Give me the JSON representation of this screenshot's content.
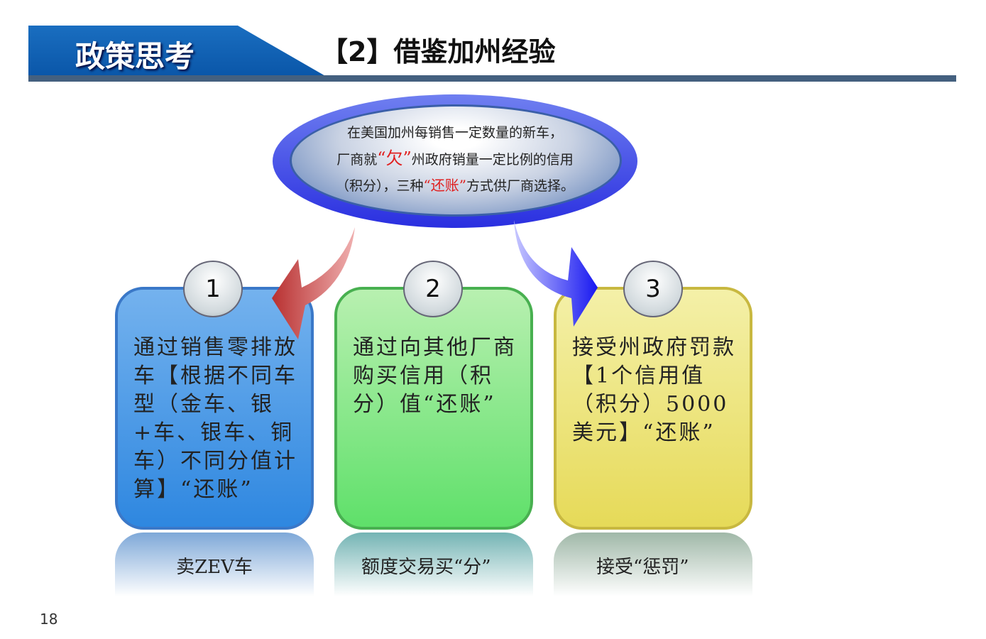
{
  "header": {
    "section": "政策思考",
    "title": "【2】借鉴加州经验"
  },
  "ellipse": {
    "line1": "在美国加州每销售一定数量的新车，",
    "line2_a": "厂商就",
    "line2_red": "“欠”",
    "line2_b": "州政府销量一定比例的信用",
    "line3_a": "（积分），三种",
    "line3_red": "“还账”",
    "line3_b": "方式供厂商选择。"
  },
  "options": [
    {
      "number": "1",
      "text": "通过销售零排放车【根据不同车型（金车、银+车、银车、铜车）不同分值计算】“还账”",
      "caption": "卖ZEV车"
    },
    {
      "number": "2",
      "text": "通过向其他厂商购买信用（积分）值“还账”",
      "caption": "额度交易买“分”"
    },
    {
      "number": "3",
      "text": "接受州政府罚款【1个信用值（积分）5000美元】“还账”",
      "caption": "接受“惩罚”"
    }
  ],
  "page_number": "18"
}
